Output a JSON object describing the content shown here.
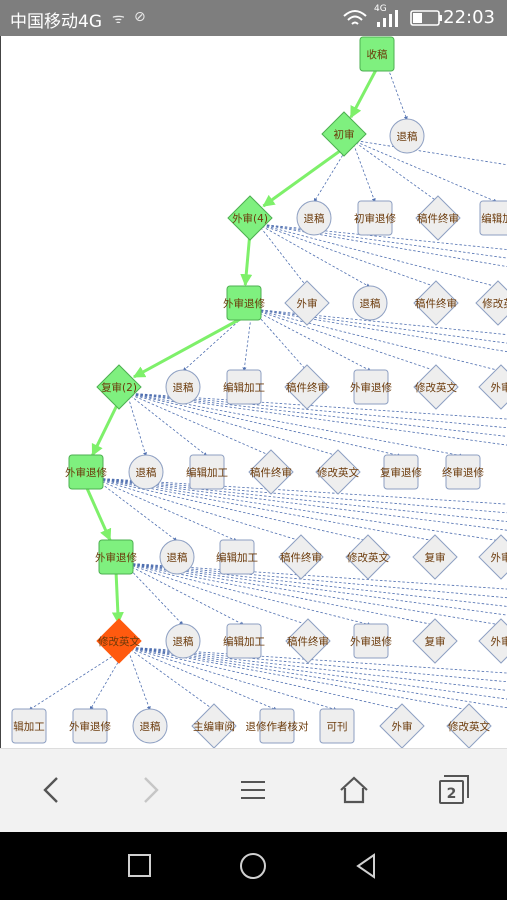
{
  "status_bar": {
    "carrier": "中国移动4G",
    "network_type": "4G",
    "time": "22:03"
  },
  "tree": {
    "nodes": [
      {
        "id": "n1",
        "label": "收稿",
        "shape": "rect",
        "state": "done"
      },
      {
        "id": "n2",
        "label": "退稿",
        "shape": "circle",
        "state": "option"
      },
      {
        "id": "n3",
        "label": "初审",
        "shape": "diamond",
        "state": "done"
      },
      {
        "id": "n4",
        "label": "外审(4)",
        "shape": "diamond",
        "state": "done"
      },
      {
        "id": "n5",
        "label": "退稿",
        "shape": "circle",
        "state": "option"
      },
      {
        "id": "n6",
        "label": "初审退修",
        "shape": "rect",
        "state": "option"
      },
      {
        "id": "n7",
        "label": "稿件终审",
        "shape": "diamond",
        "state": "option"
      },
      {
        "id": "n8",
        "label": "编辑加",
        "shape": "rect",
        "state": "option"
      },
      {
        "id": "n9",
        "label": "外审退修",
        "shape": "rect",
        "state": "done"
      },
      {
        "id": "n10",
        "label": "外审",
        "shape": "diamond",
        "state": "option"
      },
      {
        "id": "n11",
        "label": "退稿",
        "shape": "circle",
        "state": "option"
      },
      {
        "id": "n12",
        "label": "稿件终审",
        "shape": "diamond",
        "state": "option"
      },
      {
        "id": "n13",
        "label": "修改英",
        "shape": "diamond",
        "state": "option"
      },
      {
        "id": "n14",
        "label": "复审(2)",
        "shape": "diamond",
        "state": "done"
      },
      {
        "id": "n15",
        "label": "退稿",
        "shape": "circle",
        "state": "option"
      },
      {
        "id": "n16",
        "label": "编辑加工",
        "shape": "rect",
        "state": "option"
      },
      {
        "id": "n17",
        "label": "稿件终审",
        "shape": "diamond",
        "state": "option"
      },
      {
        "id": "n18",
        "label": "外审退修",
        "shape": "rect",
        "state": "option"
      },
      {
        "id": "n19",
        "label": "修改英文",
        "shape": "diamond",
        "state": "option"
      },
      {
        "id": "n20",
        "label": "外审",
        "shape": "diamond",
        "state": "option"
      },
      {
        "id": "n21",
        "label": "外审退修",
        "shape": "rect",
        "state": "done"
      },
      {
        "id": "n22",
        "label": "退稿",
        "shape": "circle",
        "state": "option"
      },
      {
        "id": "n23",
        "label": "编辑加工",
        "shape": "rect",
        "state": "option"
      },
      {
        "id": "n24",
        "label": "稿件终审",
        "shape": "diamond",
        "state": "option"
      },
      {
        "id": "n25",
        "label": "修改英文",
        "shape": "diamond",
        "state": "option"
      },
      {
        "id": "n26",
        "label": "复审退修",
        "shape": "rect",
        "state": "option"
      },
      {
        "id": "n27",
        "label": "终审退修",
        "shape": "rect",
        "state": "option"
      },
      {
        "id": "n28",
        "label": "外审退修",
        "shape": "rect",
        "state": "done"
      },
      {
        "id": "n29",
        "label": "退稿",
        "shape": "circle",
        "state": "option"
      },
      {
        "id": "n30",
        "label": "编辑加工",
        "shape": "rect",
        "state": "option"
      },
      {
        "id": "n31",
        "label": "稿件终审",
        "shape": "diamond",
        "state": "option"
      },
      {
        "id": "n32",
        "label": "修改英文",
        "shape": "diamond",
        "state": "option"
      },
      {
        "id": "n33",
        "label": "复审",
        "shape": "diamond",
        "state": "option"
      },
      {
        "id": "n34",
        "label": "外审",
        "shape": "diamond",
        "state": "option"
      },
      {
        "id": "n35",
        "label": "修改英文",
        "shape": "diamond",
        "state": "current"
      },
      {
        "id": "n36",
        "label": "退稿",
        "shape": "circle",
        "state": "option"
      },
      {
        "id": "n37",
        "label": "编辑加工",
        "shape": "rect",
        "state": "option"
      },
      {
        "id": "n38",
        "label": "稿件终审",
        "shape": "diamond",
        "state": "option"
      },
      {
        "id": "n39",
        "label": "外审退修",
        "shape": "rect",
        "state": "option"
      },
      {
        "id": "n40",
        "label": "复审",
        "shape": "diamond",
        "state": "option"
      },
      {
        "id": "n41",
        "label": "外审",
        "shape": "diamond",
        "state": "option"
      },
      {
        "id": "n42",
        "label": "辑加工",
        "shape": "rect",
        "state": "option"
      },
      {
        "id": "n43",
        "label": "外审退修",
        "shape": "rect",
        "state": "option"
      },
      {
        "id": "n44",
        "label": "退稿",
        "shape": "circle",
        "state": "option"
      },
      {
        "id": "n45",
        "label": "主编审阅",
        "shape": "diamond",
        "state": "option"
      },
      {
        "id": "n46",
        "label": "退修作者核对",
        "shape": "rect",
        "state": "option"
      },
      {
        "id": "n47",
        "label": "可刊",
        "shape": "rect",
        "state": "option"
      },
      {
        "id": "n48",
        "label": "外审",
        "shape": "diamond",
        "state": "option"
      },
      {
        "id": "n49",
        "label": "修改英文",
        "shape": "diamond",
        "state": "option"
      }
    ],
    "path_edges": [
      [
        "n1",
        "n3"
      ],
      [
        "n3",
        "n4"
      ],
      [
        "n4",
        "n9"
      ],
      [
        "n9",
        "n14"
      ],
      [
        "n14",
        "n21"
      ],
      [
        "n21",
        "n28"
      ],
      [
        "n28",
        "n35"
      ]
    ],
    "option_edges": [
      [
        "n1",
        "n2"
      ],
      [
        "n3",
        "n5"
      ],
      [
        "n3",
        "n6"
      ],
      [
        "n3",
        "n7"
      ],
      [
        "n3",
        "n8"
      ],
      [
        "n3",
        "o_right"
      ],
      [
        "n4",
        "n10"
      ],
      [
        "n4",
        "n11"
      ],
      [
        "n4",
        "n12"
      ],
      [
        "n4",
        "n13"
      ],
      [
        "n4",
        "o_right"
      ],
      [
        "n4",
        "o_right"
      ],
      [
        "n4",
        "o_right"
      ],
      [
        "n9",
        "n15"
      ],
      [
        "n9",
        "n16"
      ],
      [
        "n9",
        "n17"
      ],
      [
        "n9",
        "n18"
      ],
      [
        "n9",
        "n19"
      ],
      [
        "n9",
        "n20"
      ],
      [
        "n9",
        "o_right"
      ],
      [
        "n9",
        "o_right"
      ],
      [
        "n9",
        "o_right"
      ],
      [
        "n14",
        "n22"
      ],
      [
        "n14",
        "n23"
      ],
      [
        "n14",
        "n24"
      ],
      [
        "n14",
        "n25"
      ],
      [
        "n14",
        "n26"
      ],
      [
        "n14",
        "n27"
      ],
      [
        "n14",
        "o_right"
      ],
      [
        "n14",
        "o_right"
      ],
      [
        "n14",
        "o_right"
      ],
      [
        "n14",
        "o_right"
      ],
      [
        "n21",
        "n29"
      ],
      [
        "n21",
        "n30"
      ],
      [
        "n21",
        "n31"
      ],
      [
        "n21",
        "n32"
      ],
      [
        "n21",
        "n33"
      ],
      [
        "n21",
        "n34"
      ],
      [
        "n21",
        "o_right"
      ],
      [
        "n21",
        "o_right"
      ],
      [
        "n21",
        "o_right"
      ],
      [
        "n21",
        "o_right"
      ],
      [
        "n28",
        "n36"
      ],
      [
        "n28",
        "n37"
      ],
      [
        "n28",
        "n38"
      ],
      [
        "n28",
        "n39"
      ],
      [
        "n28",
        "n40"
      ],
      [
        "n28",
        "n41"
      ],
      [
        "n28",
        "o_right"
      ],
      [
        "n28",
        "o_right"
      ],
      [
        "n28",
        "o_right"
      ],
      [
        "n28",
        "o_right"
      ],
      [
        "n35",
        "n42"
      ],
      [
        "n35",
        "n43"
      ],
      [
        "n35",
        "n44"
      ],
      [
        "n35",
        "n45"
      ],
      [
        "n35",
        "n46"
      ],
      [
        "n35",
        "n47"
      ],
      [
        "n35",
        "n48"
      ],
      [
        "n35",
        "n49"
      ],
      [
        "n35",
        "o_right"
      ],
      [
        "n35",
        "o_right"
      ],
      [
        "n35",
        "o_right"
      ],
      [
        "n35",
        "o_right"
      ],
      [
        "n35",
        "o_right"
      ]
    ]
  },
  "toolbar": {
    "back": "chevron-left-icon",
    "forward": "chevron-right-icon",
    "menu": "menu-icon",
    "home": "home-icon",
    "tabs": "tabs-icon",
    "tab_count": "2"
  },
  "navbar": {
    "recent": "square-icon",
    "home": "circle-icon",
    "back": "triangle-back-icon"
  },
  "colors": {
    "done_fill": "#7ff07f",
    "done_stroke": "#4caf50",
    "option_fill": "#eeeeee",
    "option_stroke": "#8d9fc2",
    "current_fill": "#ff5a0f",
    "path_edge": "#7ef06a",
    "option_edge": "#4f6fb0",
    "label": "#6b3a0a"
  }
}
